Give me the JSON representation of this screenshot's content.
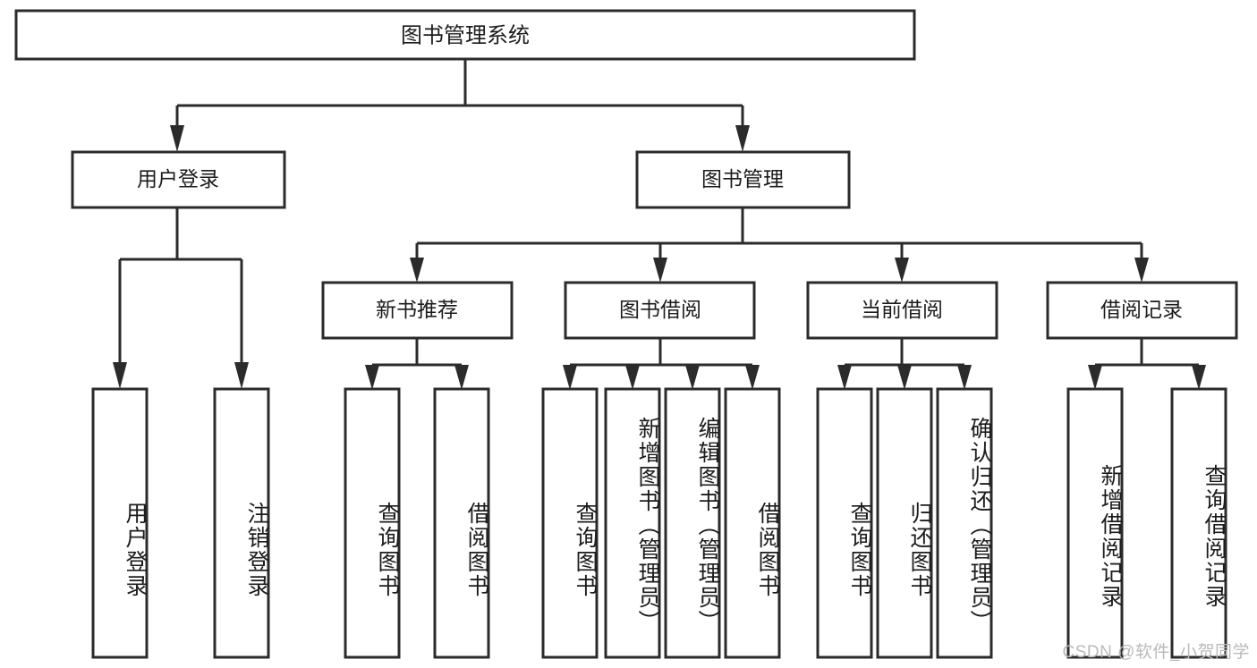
{
  "diagram": {
    "title": "图书管理系统",
    "type": "hierarchy-tree",
    "watermark": "CSDN @软件_小贺同学",
    "colors": {
      "stroke": "#2b2b2b",
      "fill": "#ffffff",
      "text": "#1c1c1c",
      "watermark": "#b9b9b9"
    },
    "root": {
      "label": "图书管理系统"
    },
    "level2": [
      {
        "label": "用户登录"
      },
      {
        "label": "图书管理"
      }
    ],
    "level3": [
      {
        "label": "新书推荐"
      },
      {
        "label": "图书借阅"
      },
      {
        "label": "当前借阅"
      },
      {
        "label": "借阅记录"
      }
    ],
    "leaves": {
      "user_login": [
        {
          "label": "用户登录"
        },
        {
          "label": "注销登录"
        }
      ],
      "new_book": [
        {
          "label": "查询图书"
        },
        {
          "label": "借阅图书"
        }
      ],
      "book_borrow": [
        {
          "label": "查询图书"
        },
        {
          "label": "新增图书（管理员）"
        },
        {
          "label": "编辑图书（管理员）"
        },
        {
          "label": "借阅图书"
        }
      ],
      "current_borrow": [
        {
          "label": "查询图书"
        },
        {
          "label": "归还图书"
        },
        {
          "label": "确认归还（管理员）"
        }
      ],
      "borrow_record": [
        {
          "label": "新增借阅记录"
        },
        {
          "label": "查询借阅记录"
        }
      ]
    }
  }
}
